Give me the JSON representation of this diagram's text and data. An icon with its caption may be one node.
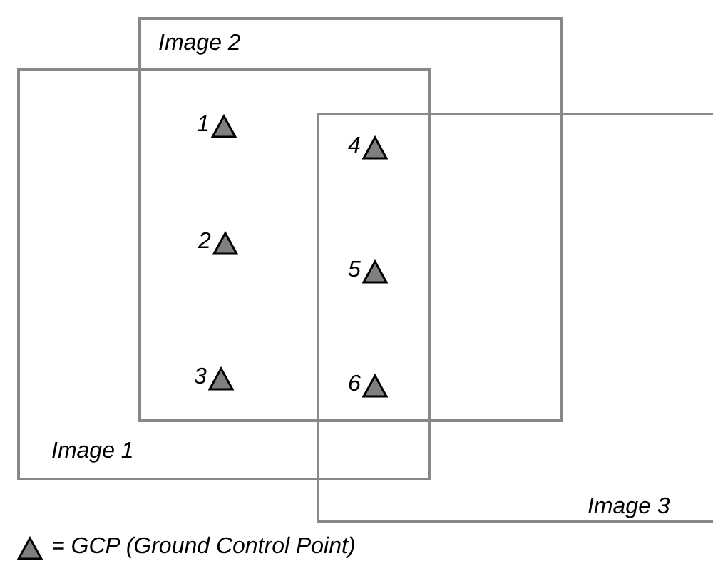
{
  "diagram": {
    "nodes": [
      {
        "text": [
          "Image 2"
        ]
      },
      {
        "text": [
          "Image 1"
        ]
      },
      {
        "text": [
          "Image 3"
        ]
      },
      {
        "text": [],
        "shape": "triangle",
        "beside": [
          "1"
        ]
      },
      {
        "text": [],
        "shape": "triangle",
        "beside": [
          "2"
        ]
      },
      {
        "text": [],
        "shape": "triangle",
        "beside": [
          "3"
        ]
      },
      {
        "text": [],
        "shape": "triangle",
        "beside": [
          "4"
        ]
      },
      {
        "text": [],
        "shape": "triangle",
        "beside": [
          "5"
        ]
      },
      {
        "text": [],
        "shape": "triangle",
        "beside": [
          "6"
        ]
      }
    ],
    "legend": [
      {
        "text": "= GCP (Ground Control Point)"
      }
    ]
  }
}
